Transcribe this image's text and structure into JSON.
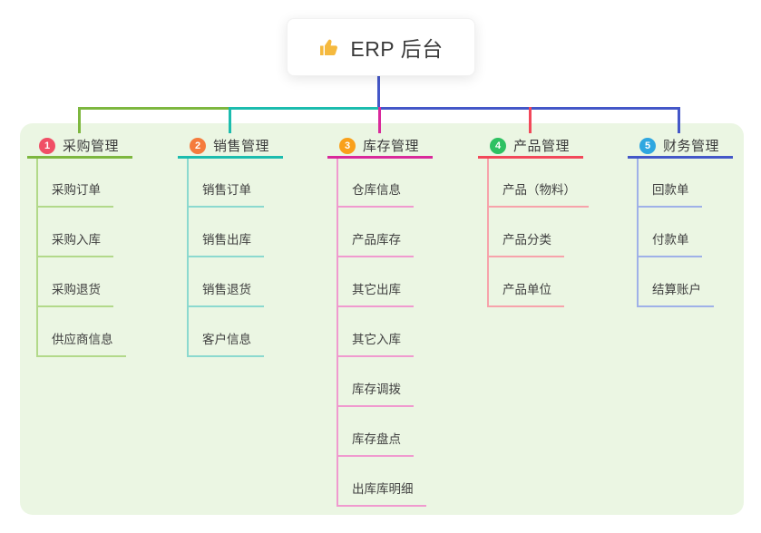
{
  "root": {
    "icon": "thumbs-up",
    "label": "ERP 后台"
  },
  "branches": [
    {
      "num": "1",
      "label": "采购管理",
      "badge_color": "#F04F66",
      "line_color": "#7DB73F",
      "child_line_color": "#B2D98A",
      "children": [
        "采购订单",
        "采购入库",
        "采购退货",
        "供应商信息"
      ]
    },
    {
      "num": "2",
      "label": "销售管理",
      "badge_color": "#F57B3D",
      "line_color": "#1CBCAE",
      "child_line_color": "#8BD9CF",
      "children": [
        "销售订单",
        "销售出库",
        "销售退货",
        "客户信息"
      ]
    },
    {
      "num": "3",
      "label": "库存管理",
      "badge_color": "#F9A01B",
      "line_color": "#D9299B",
      "child_line_color": "#F09ACF",
      "children": [
        "仓库信息",
        "产品库存",
        "其它出库",
        "其它入库",
        "库存调拨",
        "库存盘点",
        "出库库明细"
      ]
    },
    {
      "num": "4",
      "label": "产品管理",
      "badge_color": "#2EC162",
      "line_color": "#F2485A",
      "child_line_color": "#F7A3AB",
      "children": [
        "产品（物料）",
        "产品分类",
        "产品单位"
      ]
    },
    {
      "num": "5",
      "label": "财务管理",
      "badge_color": "#2FA7E0",
      "line_color": "#4457C8",
      "child_line_color": "#9FB1E8",
      "children": [
        "回款单",
        "付款单",
        "结算账户"
      ]
    }
  ],
  "colors": {
    "panel_bg": "#EBF6E3",
    "page_bg": "#FFFFFF",
    "icon_gold": "#F5B93E"
  }
}
